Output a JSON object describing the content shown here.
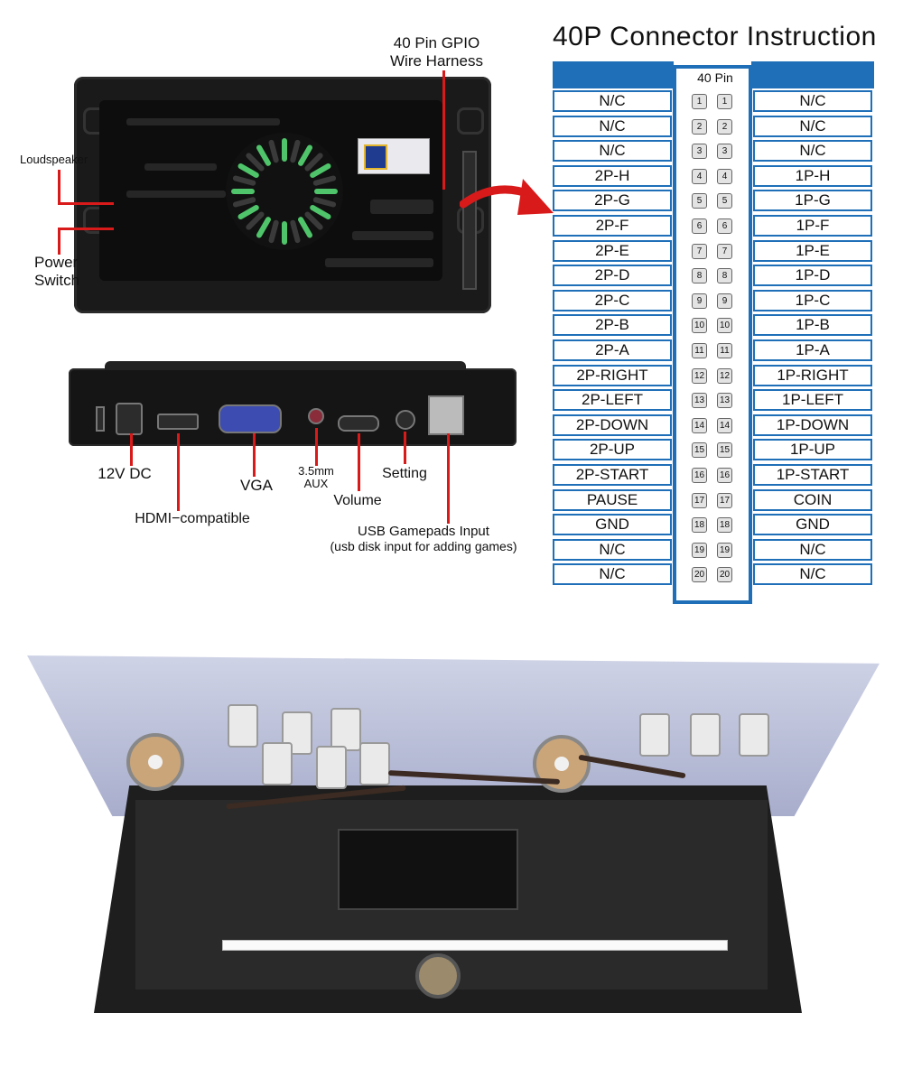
{
  "labels": {
    "gpio_harness": "40 Pin GPIO\nWire Harness",
    "gpio_line1": "40 Pin GPIO",
    "gpio_line2": "Wire Harness",
    "loudspeaker": "Loudspeaker",
    "power_line1": "Power",
    "power_line2": "Switch",
    "dc": "12V DC",
    "hdmi": "HDMI−compatible",
    "vga": "VGA",
    "aux_line1": "3.5mm",
    "aux_line2": "AUX",
    "volume": "Volume",
    "setting": "Setting",
    "usb_line1": "USB Gamepads Input",
    "usb_line2": "(usb disk input for adding games)"
  },
  "connector": {
    "title": "40P Connector Instruction",
    "pin_header": "40 Pin",
    "left": [
      "N/C",
      "N/C",
      "N/C",
      "2P-H",
      "2P-G",
      "2P-F",
      "2P-E",
      "2P-D",
      "2P-C",
      "2P-B",
      "2P-A",
      "2P-RIGHT",
      "2P-LEFT",
      "2P-DOWN",
      "2P-UP",
      "2P-START",
      "PAUSE",
      "GND",
      "N/C",
      "N/C"
    ],
    "right": [
      "N/C",
      "N/C",
      "N/C",
      "1P-H",
      "1P-G",
      "1P-F",
      "1P-E",
      "1P-D",
      "1P-C",
      "1P-B",
      "1P-A",
      "1P-RIGHT",
      "1P-LEFT",
      "1P-DOWN",
      "1P-UP",
      "1P-START",
      "COIN",
      "GND",
      "N/C",
      "N/C"
    ],
    "pins": [
      "1",
      "2",
      "3",
      "4",
      "5",
      "6",
      "7",
      "8",
      "9",
      "10",
      "11",
      "12",
      "13",
      "14",
      "15",
      "16",
      "17",
      "18",
      "19",
      "20"
    ]
  },
  "colors": {
    "accent_blue": "#1e6fb8",
    "lead_red": "#d91a1a"
  }
}
